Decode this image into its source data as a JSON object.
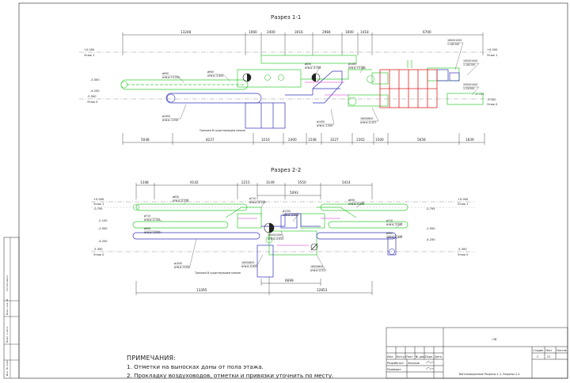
{
  "section1": {
    "title": "Разрез 1-1",
    "dims_top": [
      "13248",
      "1060",
      "2400",
      "3016",
      "2984",
      "1600",
      "1418",
      "6700"
    ],
    "dims_bottom": [
      "5048",
      "8227",
      "3216",
      "2400",
      "1548",
      "3227",
      "2302",
      "1500",
      "5658",
      "1839"
    ],
    "elev_left": [
      "+0.000",
      "Этаж 1",
      "-3.300",
      "-4.250",
      "-5.300",
      "Этаж 0"
    ],
    "elev_right": [
      "+0.000",
      "Этаж 1",
      "-2.735",
      "-3.300",
      "Этаж 0"
    ],
    "labels": [
      {
        "size": "ø900",
        "elev": "отм.в.+3.200"
      },
      {
        "size": "ø900",
        "elev": "отм.в.-2.900"
      },
      {
        "size": "ø630",
        "elev": "отм.в.-3.195"
      },
      {
        "size": "ø1000",
        "elev": "отм.в.-1.050"
      },
      {
        "size": "ø1400",
        "elev": "отм.в.-1.500"
      },
      {
        "size": "ø1400",
        "elev": "отм.в.+3.060"
      },
      {
        "size": "1600Х800",
        "elev": "отм.в.-0.427"
      },
      {
        "size": "1600Х1000",
        "elev": "1.1/8.200"
      },
      {
        "size": "1000Х1000",
        "elev": "1.1/8.200"
      },
      {
        "size": "2000Х1400",
        "elev": "1.25/300"
      }
    ],
    "note": "Траншея В существующем канале"
  },
  "section2": {
    "title": "Разрез 2-2",
    "dims_top": [
      "1348",
      "9142",
      "2215",
      "3149",
      "5093",
      "3550",
      "5414"
    ],
    "dims_bottom": [
      "13395",
      "6699",
      "12853"
    ],
    "elev_left": [
      "+0.000",
      "Этаж 1",
      "-0.795",
      "-2.100",
      "-2.950",
      "-4.250",
      "-5.300",
      "Этаж 0"
    ],
    "elev_right": [
      "+0.000",
      "Этаж 1",
      "-0.795",
      "-2.950",
      "-4.250",
      "-5.300",
      "Этаж 0"
    ],
    "labels": [
      {
        "size": "ø630",
        "elev": "отм.в.-0.535"
      },
      {
        "size": "ø710",
        "elev": "отм.в.-2.145"
      },
      {
        "size": "ø900",
        "elev": "отм.в.-2.000"
      },
      {
        "size": "ø710",
        "elev": "отм.в.-4.100"
      },
      {
        "size": "ø1250",
        "elev": "отм.в.-2.500"
      },
      {
        "size": "ø630",
        "elev": "отм.в.-0.530"
      },
      {
        "size": "ø710",
        "elev": "отм.в.-3.000"
      },
      {
        "size": "ø900",
        "elev": "отм.в.-2.500"
      },
      {
        "size": "ø1000",
        "elev": "отм.в.-3.050"
      },
      {
        "size": "1600Х800",
        "elev": "отм.в.-0.625"
      },
      {
        "size": "1600Х1000",
        "elev": "отм.в.-0.625"
      },
      {
        "size": "1600Х800",
        "elev": "отм.в.-0.227"
      }
    ],
    "note": "Траншея В существующем канале"
  },
  "notes": {
    "heading": "ПРИМЕЧАНИЯ:",
    "items": [
      "1. Отметки на выносках даны от пола этажа.",
      "2. Прокладку воздуховодов, отметки и привязки уточнить по месту."
    ]
  },
  "side_stamp": [
    "Согласовано",
    "Взам. инв. №",
    "Подп. и дата",
    "Инв. № подл."
  ],
  "title_block": {
    "code": "- ОВ",
    "headers": [
      "Изм.",
      "Кол.уч",
      "Лист",
      "№ док.",
      "Подп.",
      "Дата"
    ],
    "rows": [
      "Разработал",
      "Проверил"
    ],
    "names": [
      "Хачиков"
    ],
    "stage_headers": [
      "Стадия",
      "Лист",
      "Листов"
    ],
    "stage": "С",
    "sheet": "21",
    "description": "Вентиляционные Разрезы 1-1, Разрезы 2-2"
  },
  "colors": {
    "line": "#222222",
    "green_duct": "#33cc33",
    "blue_duct": "#3333bb",
    "red_equipment": "#dd2222",
    "magenta": "#cc22cc"
  }
}
